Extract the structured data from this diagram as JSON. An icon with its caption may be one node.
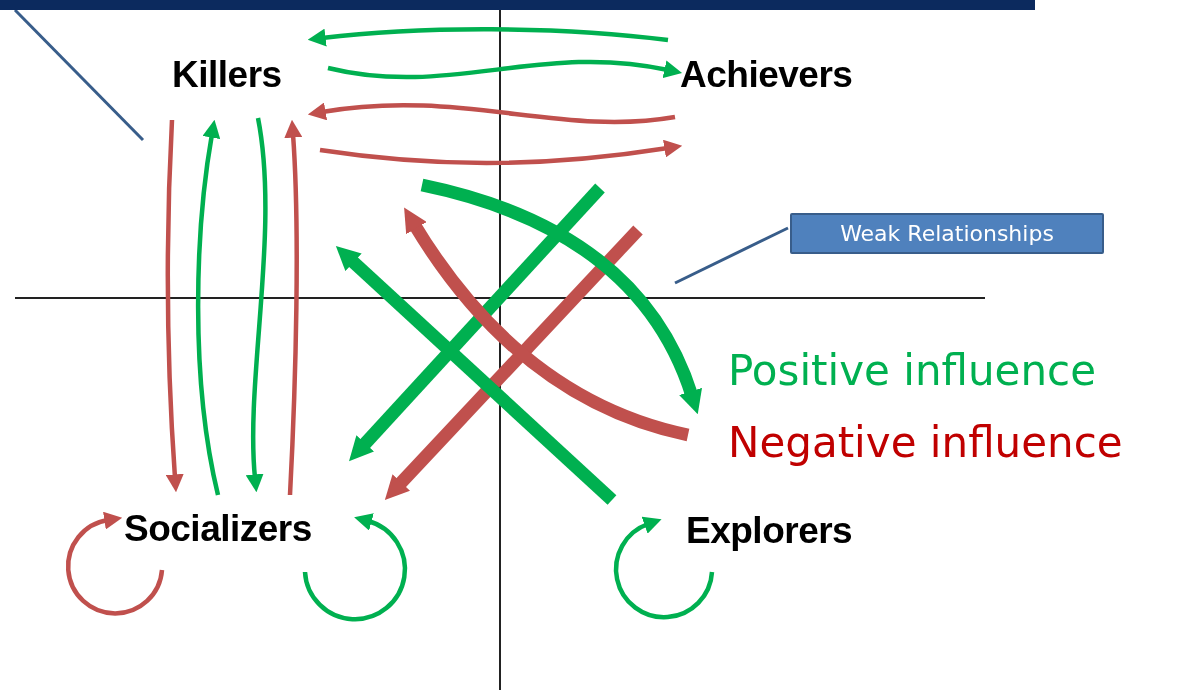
{
  "diagram": {
    "nodes": [
      {
        "text": [
          "Killers"
        ]
      },
      {
        "text": [
          "Achievers"
        ]
      },
      {
        "text": [
          "Socializers"
        ]
      },
      {
        "text": [
          "Explorers"
        ]
      },
      {
        "text": [
          "Weak Relationships"
        ]
      },
      {
        "text": [],
        "shape": "box"
      }
    ],
    "edges": [
      {
        "from": 1,
        "to": 0,
        "arrow": "to",
        "color": "#00b050"
      },
      {
        "from": 0,
        "to": 1,
        "arrow": "to",
        "color": "#00b050"
      },
      {
        "from": 1,
        "to": 0,
        "arrow": "to",
        "color": "#c0504d"
      },
      {
        "from": 0,
        "to": 1,
        "arrow": "to",
        "color": "#c0504d"
      },
      {
        "from": 0,
        "to": 2,
        "arrow": "to",
        "color": "#c0504d"
      },
      {
        "from": 2,
        "to": 0,
        "arrow": "to",
        "color": "#00b050"
      },
      {
        "from": 0,
        "to": 2,
        "arrow": "to",
        "color": "#00b050"
      },
      {
        "from": 2,
        "to": 0,
        "arrow": "to",
        "color": "#c0504d"
      },
      {
        "from": null,
        "to": 2,
        "arrow": "to",
        "style": "thick",
        "color": "#00b050"
      },
      {
        "from": null,
        "to": 2,
        "arrow": "to",
        "style": "thick",
        "color": "#c0504d"
      },
      {
        "from": 3,
        "to": null,
        "arrow": "to",
        "style": "thick",
        "color": "#00b050"
      },
      {
        "from": 3,
        "to": null,
        "arrow": "to",
        "style": "thick",
        "color": "#c0504d"
      },
      {
        "from": null,
        "to": 3,
        "arrow": "to",
        "style": "thick",
        "color": "#00b050"
      },
      {
        "from": 2,
        "to": 2,
        "arrow": "to",
        "color": "#c0504d"
      },
      {
        "from": 2,
        "to": 2,
        "arrow": "to",
        "color": "#00b050"
      },
      {
        "from": 3,
        "to": 3,
        "arrow": "to",
        "color": "#00b050"
      },
      {
        "from": 4,
        "to": null,
        "arrow": "none",
        "color": "#385d8a"
      },
      {
        "from": 5,
        "to": null,
        "arrow": "none",
        "color": "#385d8a"
      }
    ],
    "legend": [
      {
        "text": "Positive influence",
        "color": "#00b050"
      },
      {
        "text": "Negative influence",
        "color": "#c00000"
      }
    ]
  }
}
